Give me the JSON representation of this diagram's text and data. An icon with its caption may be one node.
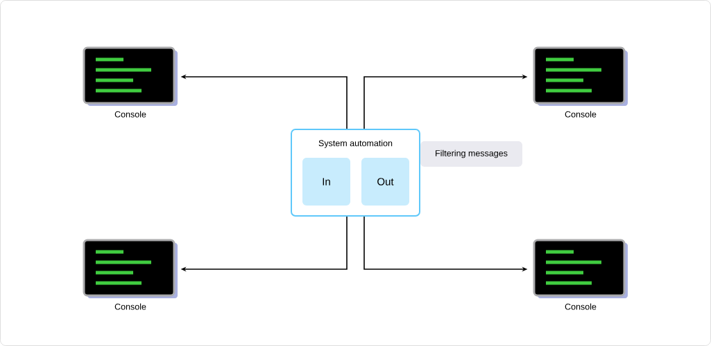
{
  "diagram": {
    "nodes": [
      {
        "text": [
          "Console"
        ]
      },
      {
        "text": [
          "Console"
        ]
      },
      {
        "text": [
          "System automation"
        ]
      },
      {
        "text": [
          "In"
        ],
        "in": 2
      },
      {
        "text": [
          "Out"
        ],
        "in": 2
      },
      {
        "text": [
          "Filtering messages"
        ]
      },
      {
        "text": [
          "Console"
        ]
      },
      {
        "text": [
          "Console"
        ]
      }
    ],
    "edges": [
      {
        "from": 2,
        "to": 0,
        "arrow": "to"
      },
      {
        "from": 2,
        "to": 1,
        "arrow": "to"
      },
      {
        "from": 2,
        "to": 6,
        "arrow": "to"
      },
      {
        "from": 2,
        "to": 7,
        "arrow": "to"
      }
    ]
  }
}
